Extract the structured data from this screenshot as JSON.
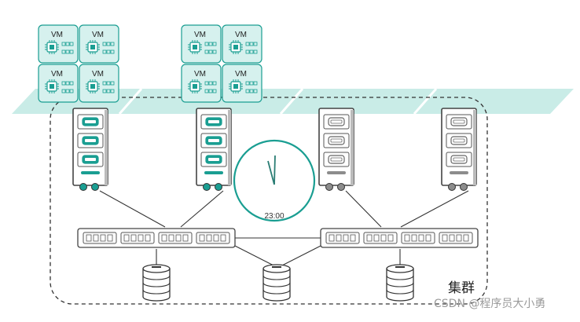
{
  "vm_label": "VM",
  "clock_time": "23:00",
  "cluster_label": "集群",
  "watermark": "CSDN @程序员大小勇",
  "colors": {
    "teal": "#1a9e92",
    "teal_light": "#d6f1ee",
    "teal_band": "#b9e7e1",
    "gray": "#8c8c8c",
    "line": "#333333"
  },
  "icons": [
    "vm-chip-icon",
    "server-rack-icon",
    "network-switch-icon",
    "database-icon",
    "clock-icon"
  ]
}
